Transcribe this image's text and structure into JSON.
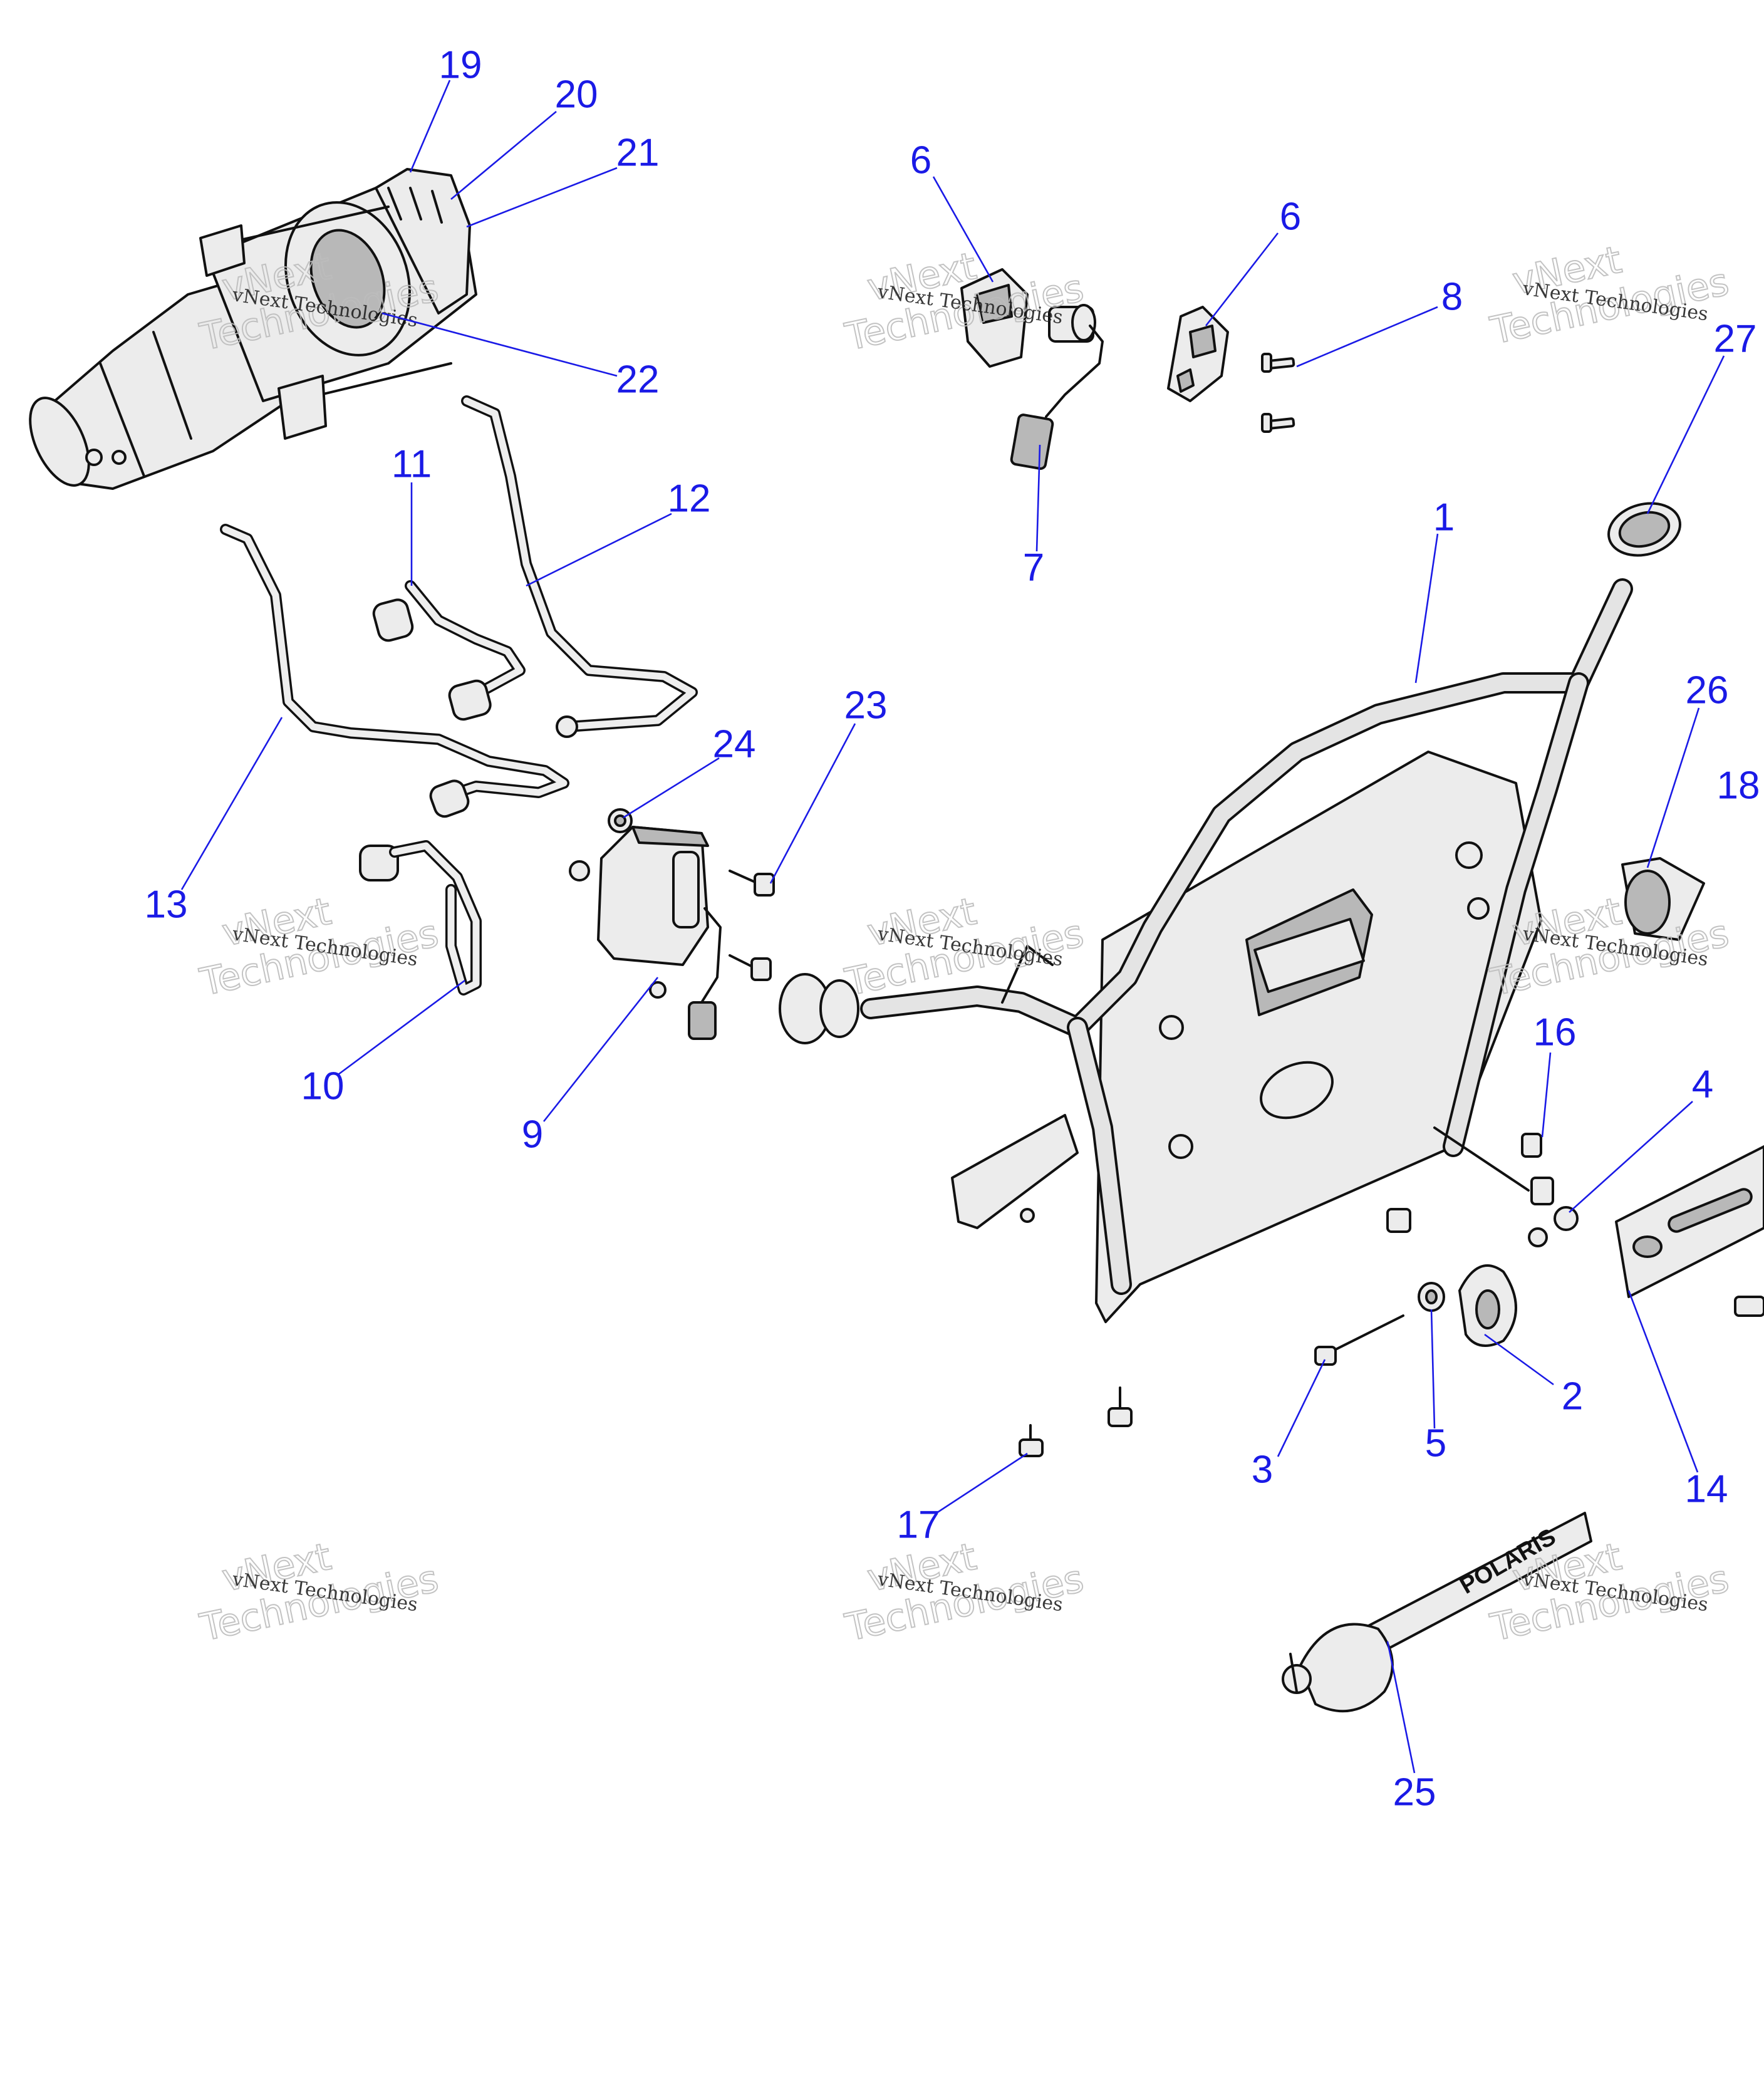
{
  "diagram": {
    "callouts": [
      {
        "id": "c19",
        "label": "19"
      },
      {
        "id": "c20",
        "label": "20"
      },
      {
        "id": "c21",
        "label": "21"
      },
      {
        "id": "c22",
        "label": "22"
      },
      {
        "id": "c6a",
        "label": "6"
      },
      {
        "id": "c6b",
        "label": "6"
      },
      {
        "id": "c8",
        "label": "8"
      },
      {
        "id": "c27",
        "label": "27"
      },
      {
        "id": "c7",
        "label": "7"
      },
      {
        "id": "c1",
        "label": "1"
      },
      {
        "id": "c11",
        "label": "11"
      },
      {
        "id": "c12",
        "label": "12"
      },
      {
        "id": "c13",
        "label": "13"
      },
      {
        "id": "c26",
        "label": "26"
      },
      {
        "id": "c18",
        "label": "18"
      },
      {
        "id": "c23",
        "label": "23"
      },
      {
        "id": "c24",
        "label": "24"
      },
      {
        "id": "c10",
        "label": "10"
      },
      {
        "id": "c9",
        "label": "9"
      },
      {
        "id": "c16",
        "label": "16"
      },
      {
        "id": "c4",
        "label": "4"
      },
      {
        "id": "c2",
        "label": "2"
      },
      {
        "id": "c5",
        "label": "5"
      },
      {
        "id": "c3",
        "label": "3"
      },
      {
        "id": "c14",
        "label": "14"
      },
      {
        "id": "c17",
        "label": "17"
      },
      {
        "id": "c25",
        "label": "25"
      }
    ],
    "watermark": {
      "line1": "vNext Technologies",
      "line2": "vNext",
      "line3": "Technologies"
    },
    "strap_brand": "POLARIS"
  },
  "colors": {
    "callout": "#1a1ae6",
    "outline": "#111111",
    "fill_light": "#ececec",
    "fill_shadow": "#b8b8b8"
  }
}
